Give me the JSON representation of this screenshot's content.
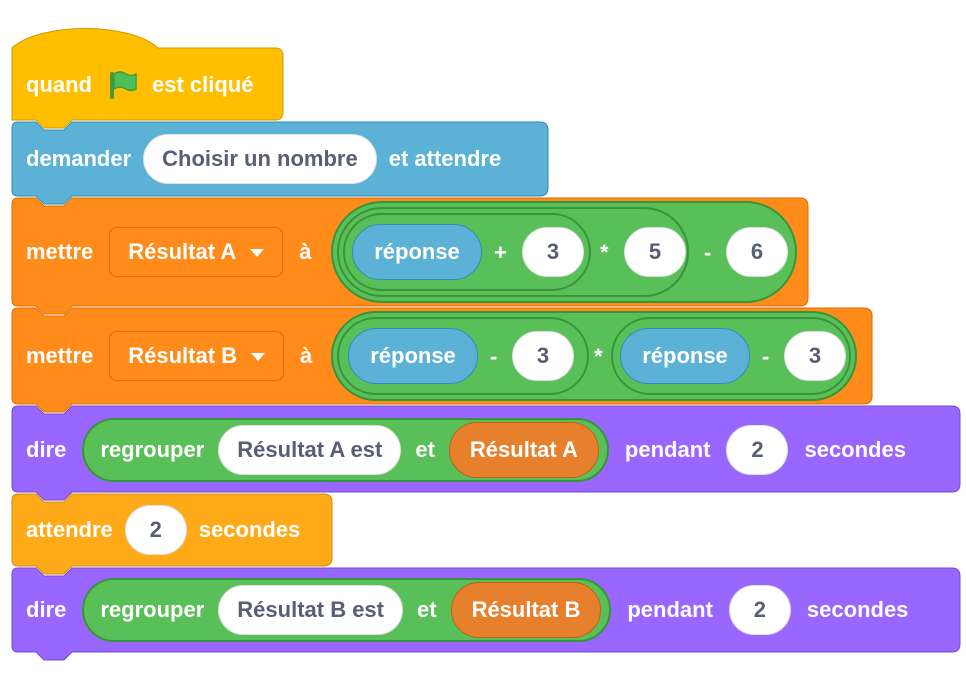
{
  "colors": {
    "events": "#ffbf00",
    "sensing": "#5cb1d6",
    "variables": "#ff8c1a",
    "operators": "#59c059",
    "looks": "#9966ff",
    "control": "#ffab19"
  },
  "hat": {
    "label_before": "quand",
    "flag_icon": "green-flag-icon",
    "label_after": "est cliqué"
  },
  "ask": {
    "label": "demander",
    "question": "Choisir un nombre",
    "label_after": "et attendre"
  },
  "setA": {
    "label": "mettre",
    "variable": "Résultat A",
    "to": "à",
    "reporter": "réponse",
    "op1": "+",
    "n1": "3",
    "op2": "*",
    "n2": "5",
    "op3": "-",
    "n3": "6"
  },
  "setB": {
    "label": "mettre",
    "variable": "Résultat B",
    "to": "à",
    "reporter1": "réponse",
    "op1": "-",
    "n1": "3",
    "op2": "*",
    "reporter2": "réponse",
    "op3": "-",
    "n2": "3"
  },
  "say1": {
    "label": "dire",
    "join": "regrouper",
    "text": "Résultat A est",
    "and": "et",
    "variable": "Résultat A",
    "for": "pendant",
    "secs": "2",
    "unit": "secondes"
  },
  "wait": {
    "label": "attendre",
    "secs": "2",
    "unit": "secondes"
  },
  "say2": {
    "label": "dire",
    "join": "regrouper",
    "text": "Résultat B est",
    "and": "et",
    "variable": "Résultat B",
    "for": "pendant",
    "secs": "2",
    "unit": "secondes"
  }
}
